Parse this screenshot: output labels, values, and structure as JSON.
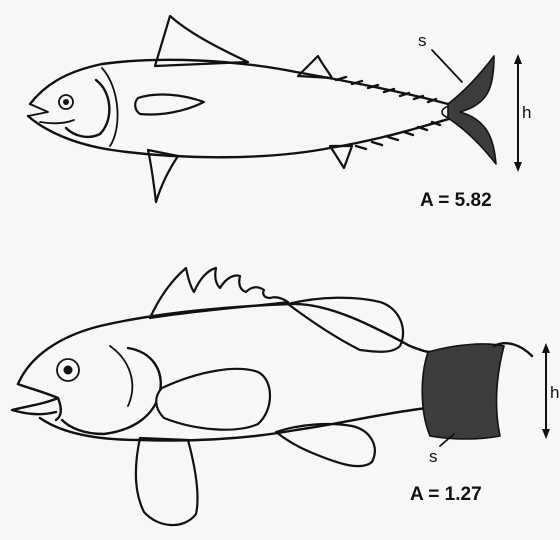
{
  "colors": {
    "tail_fill": "#3c3c3e",
    "line": "#111111",
    "background": "#f7f7f5"
  },
  "tuna": {
    "s_label": "s",
    "h_label": "h",
    "aspect_ratio_text": "A = 5.82"
  },
  "grouper": {
    "s_label": "s",
    "h_label": "h",
    "aspect_ratio_text": "A = 1.27"
  }
}
